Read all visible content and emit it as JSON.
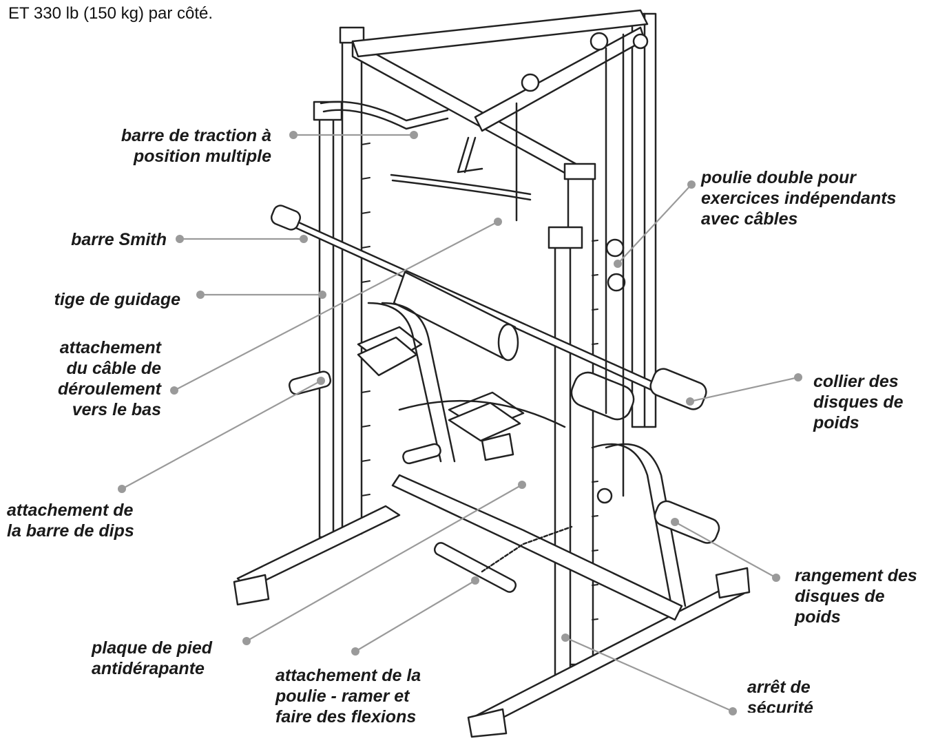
{
  "header": {
    "text": "ET 330 lb (150 kg) par côté."
  },
  "callouts": {
    "pullup_bar": [
      "barre de traction à",
      "position multiple"
    ],
    "smith_bar": [
      "barre Smith"
    ],
    "guide_rod": [
      "tige de guidage"
    ],
    "pulldown": [
      "attachement",
      "du câble de",
      "déroulement",
      "vers le bas"
    ],
    "dip_bar": [
      "attachement de",
      "la barre de dips"
    ],
    "foot_plate": [
      "plaque de pied",
      "antidérapante"
    ],
    "pulley_row": [
      "attachement de la",
      "poulie - ramer et",
      "faire des flexions"
    ],
    "dual_pulley": [
      "poulie double pour",
      "exercices indépendants",
      "avec câbles"
    ],
    "plate_collar": [
      "collier des",
      "disques de",
      "poids"
    ],
    "plate_storage": [
      "rangement des",
      "disques de",
      "poids"
    ],
    "safety_stop": [
      "arrêt de",
      "sécurité"
    ]
  }
}
